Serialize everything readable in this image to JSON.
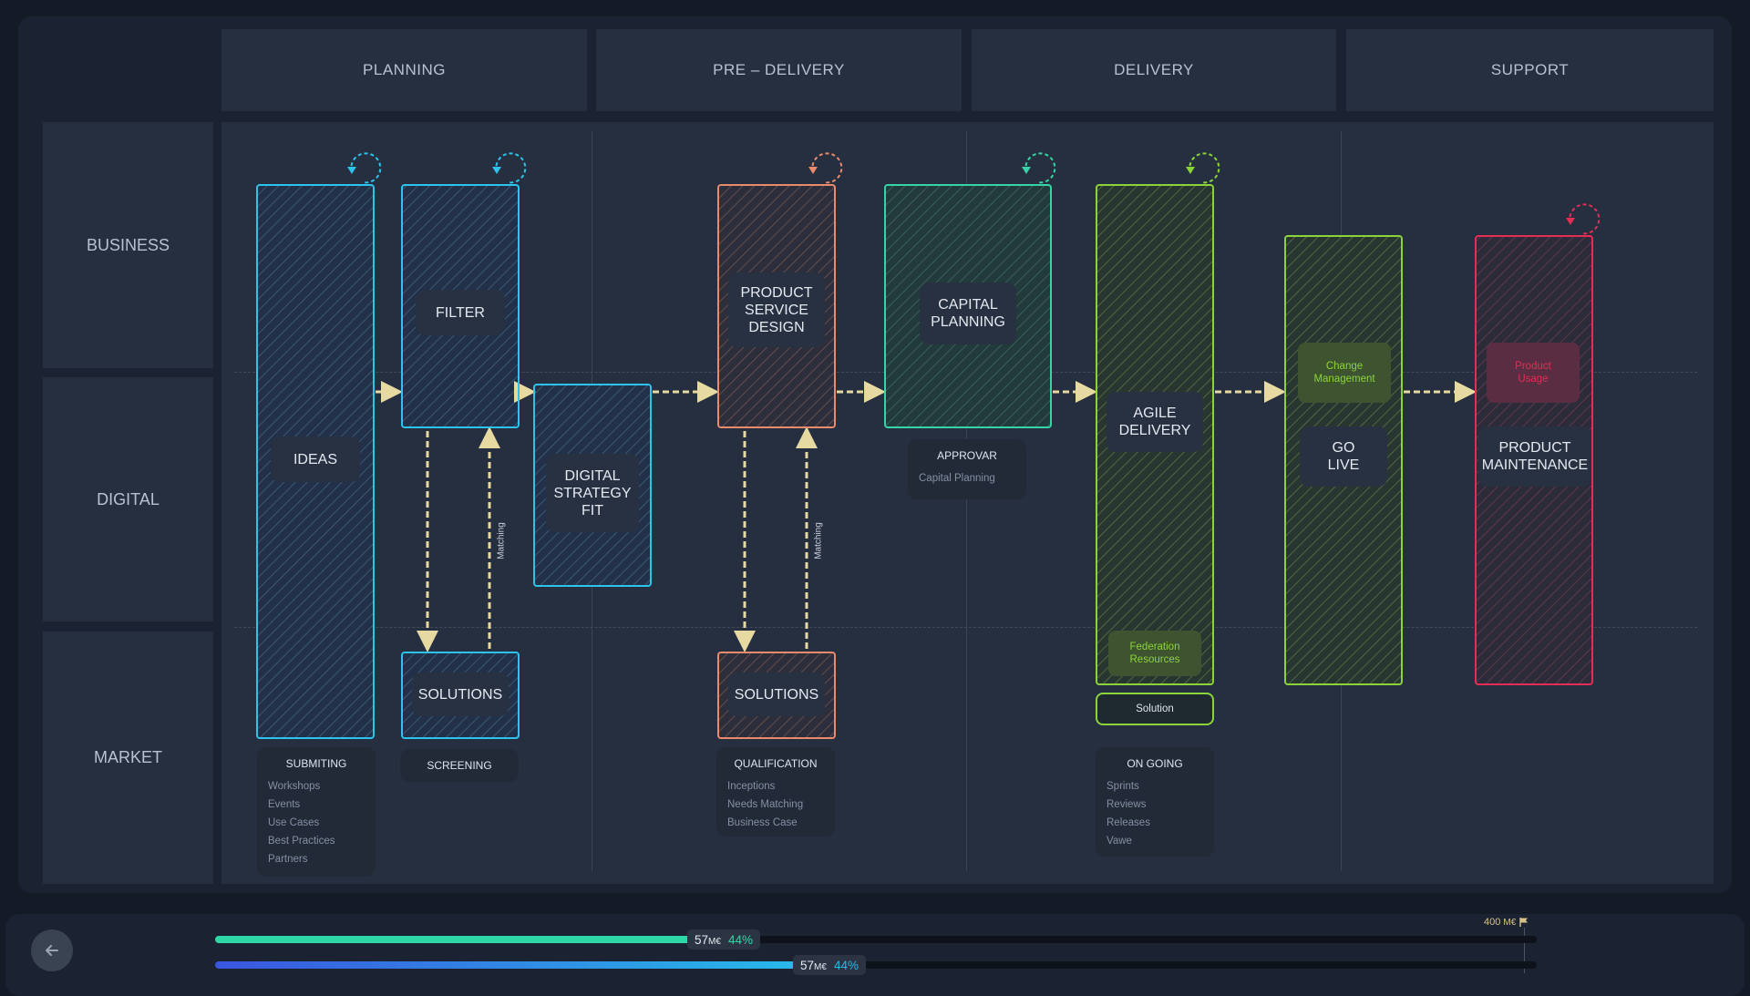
{
  "columns": [
    "PLANNING",
    "PRE – DELIVERY",
    "DELIVERY",
    "SUPPORT"
  ],
  "rows": [
    "BUSINESS",
    "DIGITAL",
    "MARKET"
  ],
  "colors": {
    "ideas": "#2ec3ea",
    "pre_delivery": "#e98b6b",
    "capital": "#35d3a5",
    "delivery": "#8ad43a",
    "maintenance": "#e32d55",
    "flow_arrow": "#e6d9a2",
    "progress_green": "#2fd7a6",
    "progress_blue_start": "#3a56e0",
    "progress_blue_end": "#27b9e8"
  },
  "nodes": {
    "ideas": "IDEAS",
    "filter": "FILTER",
    "digital_strategy_fit": "DIGITAL\nSTRATEGY\nFIT",
    "product_service_design": "PRODUCT\nSERVICE\nDESIGN",
    "capital_planning": "CAPITAL\nPLANNING",
    "agile_delivery": "AGILE\nDELIVERY",
    "go_live": "GO\nLIVE",
    "product_maintenance": "PRODUCT\nMAINTENANCE",
    "solutions_1": "SOLUTIONS",
    "solutions_2": "SOLUTIONS"
  },
  "sub_chips": {
    "federation_resources": "Federation\nResources",
    "change_management": "Change\nManagement",
    "product_usage": "Product\nUsage",
    "solution": "Solution"
  },
  "arrow_labels": {
    "matching_1": "Matching",
    "matching_2": "Matching"
  },
  "info_cards": {
    "submiting": {
      "title": "SUBMITING",
      "items": [
        "Workshops",
        "Events",
        "Use Cases",
        "Best Practices",
        "Partners"
      ]
    },
    "screening": {
      "title": "SCREENING",
      "items": []
    },
    "qualification": {
      "title": "QUALIFICATION",
      "items": [
        "Inceptions",
        "Needs Matching",
        "Business Case"
      ]
    },
    "approvar": {
      "title": "APPROVAR",
      "items": [
        "Capital Planning"
      ]
    },
    "on_going": {
      "title": "ON GOING",
      "items": [
        "Sprints",
        "Reviews",
        "Releases",
        "Vawe"
      ]
    }
  },
  "progress": {
    "target_value": "400",
    "target_unit": "M€",
    "bar1": {
      "value": "57",
      "unit": "M€",
      "percent_label": "44%",
      "fill": 0.36
    },
    "bar2": {
      "value": "57",
      "unit": "M€",
      "percent_label": "44%",
      "fill": 0.44
    }
  },
  "icons": {
    "back": "arrow-left-icon",
    "flag": "flag-icon",
    "cycle": "cycle-arrow-icon"
  }
}
